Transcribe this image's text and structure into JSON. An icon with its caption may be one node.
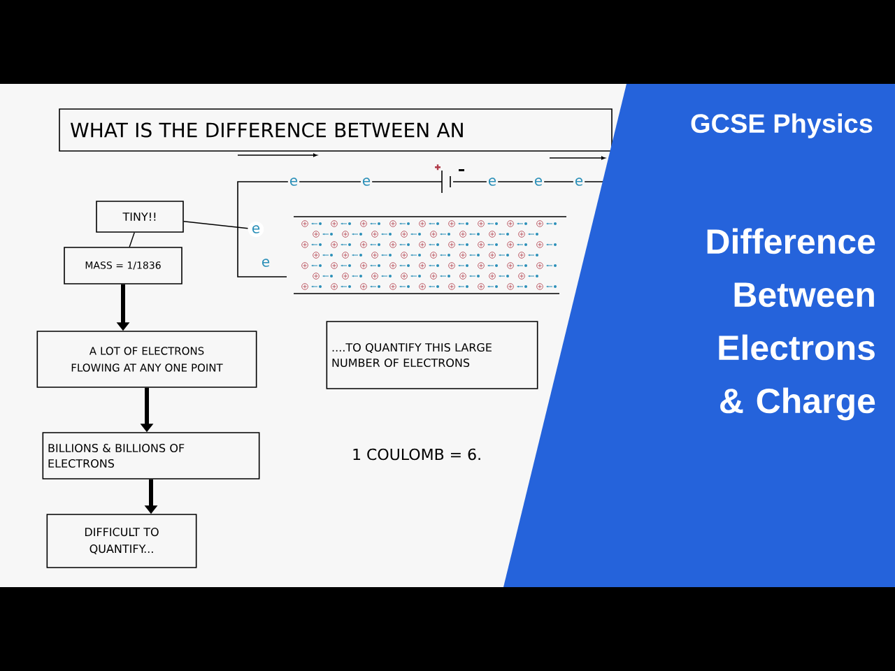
{
  "diagram": {
    "nodes": [
      {
        "text": [
          "WHAT IS THE DIFFERENCE BETWEEN AN"
        ]
      },
      {
        "text": [
          "TINY!!"
        ]
      },
      {
        "text": [
          "MASS = 1/1836"
        ]
      },
      {
        "text": [
          "A LOT OF ELECTRONS FLOWING AT ANY ONE POINT"
        ]
      },
      {
        "text": [
          "BILLIONS & BILLIONS OF ELECTRONS"
        ]
      },
      {
        "text": [
          "DIFFICULT TO QUANTIFY..."
        ]
      },
      {
        "text": [
          "....TO QUANTIFY THIS LARGE NUMBER OF ELECTRONS"
        ]
      },
      {
        "text": [
          "e"
        ]
      }
    ],
    "edges": [
      {
        "from": 1,
        "to": 7,
        "arrow": "none"
      },
      {
        "from": 1,
        "to": 2,
        "arrow": "none"
      },
      {
        "from": 2,
        "to": 3,
        "arrow": "to"
      },
      {
        "from": 3,
        "to": 4,
        "arrow": "to"
      },
      {
        "from": 4,
        "to": 5,
        "arrow": "to"
      }
    ],
    "labels": [
      "GCSE Physics",
      "e",
      "e",
      "e",
      "e",
      "e",
      "e",
      "Difference Between Electrons & Charge",
      "1 COULOMB = 6."
    ]
  }
}
